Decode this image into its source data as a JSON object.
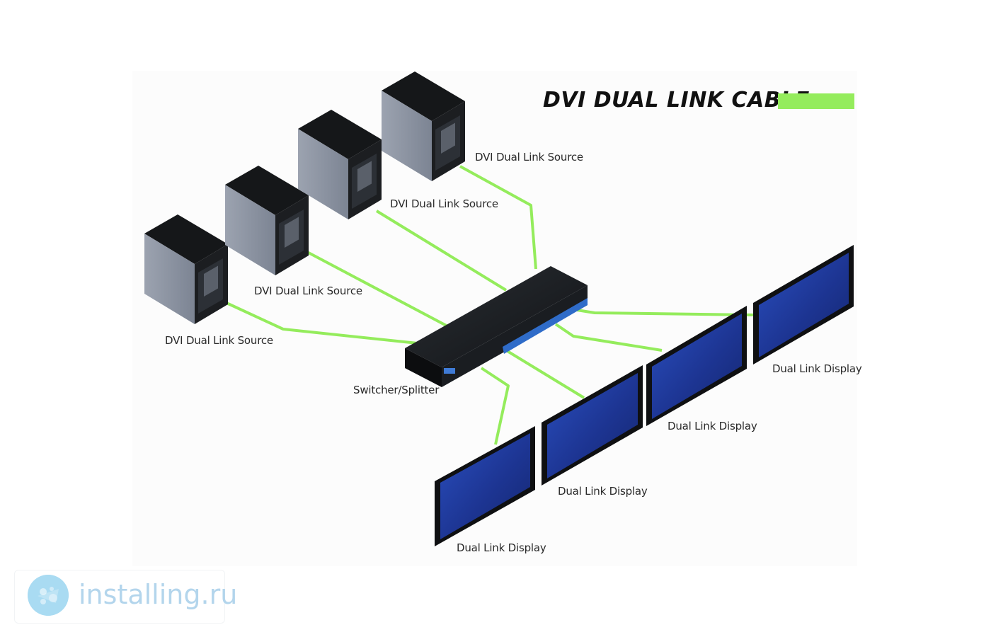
{
  "legend": {
    "title": "DVI DUAL LINK CABLE",
    "cable_color": "#94ec5c"
  },
  "sources": [
    {
      "label": "DVI Dual Link Source"
    },
    {
      "label": "DVI Dual Link Source"
    },
    {
      "label": "DVI Dual Link Source"
    },
    {
      "label": "DVI Dual Link Source"
    }
  ],
  "switcher": {
    "label": "Switcher/Splitter"
  },
  "displays": [
    {
      "label": "Dual Link Display"
    },
    {
      "label": "Dual Link Display"
    },
    {
      "label": "Dual Link Display"
    },
    {
      "label": "Dual Link Display"
    }
  ],
  "watermark": {
    "text": "installing.ru"
  },
  "colors": {
    "cable": "#94ec5c",
    "screen": "#1f3a9a",
    "tower": "#8e95a3",
    "switcher_body": "#15181c",
    "switcher_stripe": "#2f6cc9"
  }
}
